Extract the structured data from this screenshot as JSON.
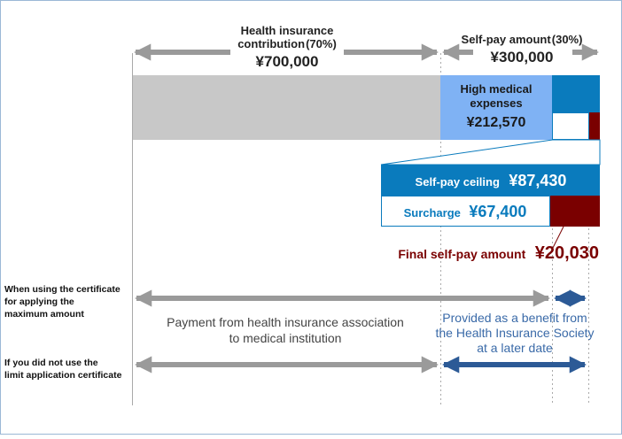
{
  "top": {
    "contribution": {
      "label_line1": "Health insurance",
      "label_line2": "contribution (70%)",
      "amount": "¥700,000"
    },
    "self_pay": {
      "label": "Self-pay amount (30%)",
      "amount": "¥300,000"
    }
  },
  "bar": {
    "high_medical": {
      "line1": "High medical",
      "line2": "expenses",
      "amount": "¥212,570"
    }
  },
  "detail": {
    "ceiling_label": "Self-pay ceiling",
    "ceiling_amount": "¥87,430",
    "surcharge_label": "Surcharge",
    "surcharge_amount": "¥67,400",
    "final_label": "Final self-pay amount",
    "final_amount": "¥20,030"
  },
  "cases": {
    "with_cert": {
      "line1": "When using the certificate",
      "line2": "for applying the",
      "line3": "maximum amount"
    },
    "without_cert": {
      "line1": "If you did not use the",
      "line2": "limit application certificate"
    }
  },
  "payments": {
    "association_line1": "Payment from health insurance association",
    "association_line2": "to medical institution",
    "benefit_line1": "Provided as a benefit from",
    "benefit_line2": "the Health Insurance Society",
    "benefit_line3": "at a later date"
  },
  "colors": {
    "gray_bar": "#c8c8c8",
    "light_blue": "#7fb2f4",
    "blue": "#0a7bbd",
    "dark_red": "#7a0000",
    "arrow_gray": "#9a9a9a",
    "arrow_blue": "#2c5a96",
    "benefit_text": "#3a6aa8"
  }
}
